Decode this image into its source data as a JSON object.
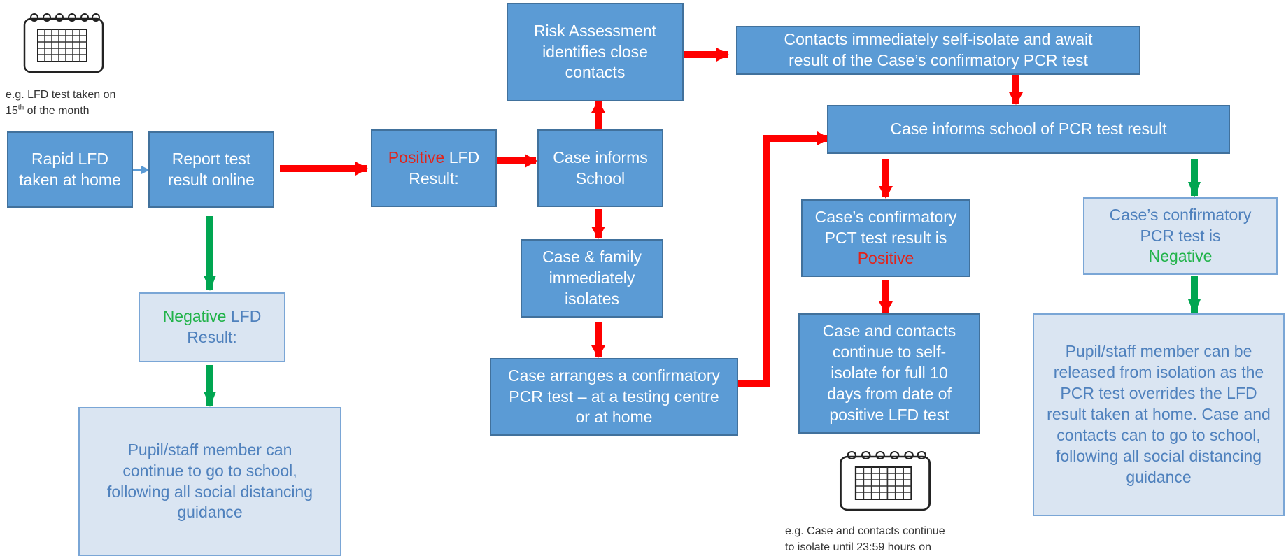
{
  "calendar_note_1": {
    "line1": "e.g. LFD test taken on",
    "line2_num": "15",
    "line2_sup": "th",
    "line2_rest": " of the month"
  },
  "calendar_note_2": {
    "line1": "e.g. Case and contacts continue",
    "line2": "to isolate until 23:59 hours on"
  },
  "boxes": {
    "rapid_lfd": "Rapid LFD taken at home",
    "report_online": "Report test result online",
    "positive_lfd": {
      "colored": "Positive",
      "rest": " LFD Result:"
    },
    "negative_lfd": {
      "colored": "Negative",
      "rest": " LFD Result:"
    },
    "negative_outcome": "Pupil/staff member can continue to go to school, following all social distancing guidance",
    "risk_assessment": "Risk Assessment identifies close contacts",
    "case_informs_school": "Case informs School",
    "family_isolates": "Case & family immediately isolates",
    "arranges_pcr": "Case arranges a confirmatory PCR test – at a testing centre or at home",
    "contacts_isolate": "Contacts immediately self-isolate and await result of the Case’s confirmatory PCR test",
    "informs_pcr_result": "Case informs school of PCR test result",
    "pct_positive": {
      "text": "Case’s confirmatory PCT test result is",
      "colored": "Positive"
    },
    "pcr_negative": {
      "text": "Case’s confirmatory PCR test is",
      "colored": "Negative"
    },
    "positive_outcome": "Case and contacts continue to self-isolate for full 10 days from date of positive LFD test",
    "negative_pcr_outcome": "Pupil/staff member can be released from isolation as the PCR test overrides the LFD result taken at home. Case and contacts can to go to school, following all social distancing guidance"
  },
  "colors": {
    "box_dark": "#5b9bd5",
    "box_light": "#dae5f2",
    "positive_red": "#e2231a",
    "negative_green": "#21b34a",
    "arrow_red": "#ff0000",
    "arrow_green": "#00a651"
  }
}
